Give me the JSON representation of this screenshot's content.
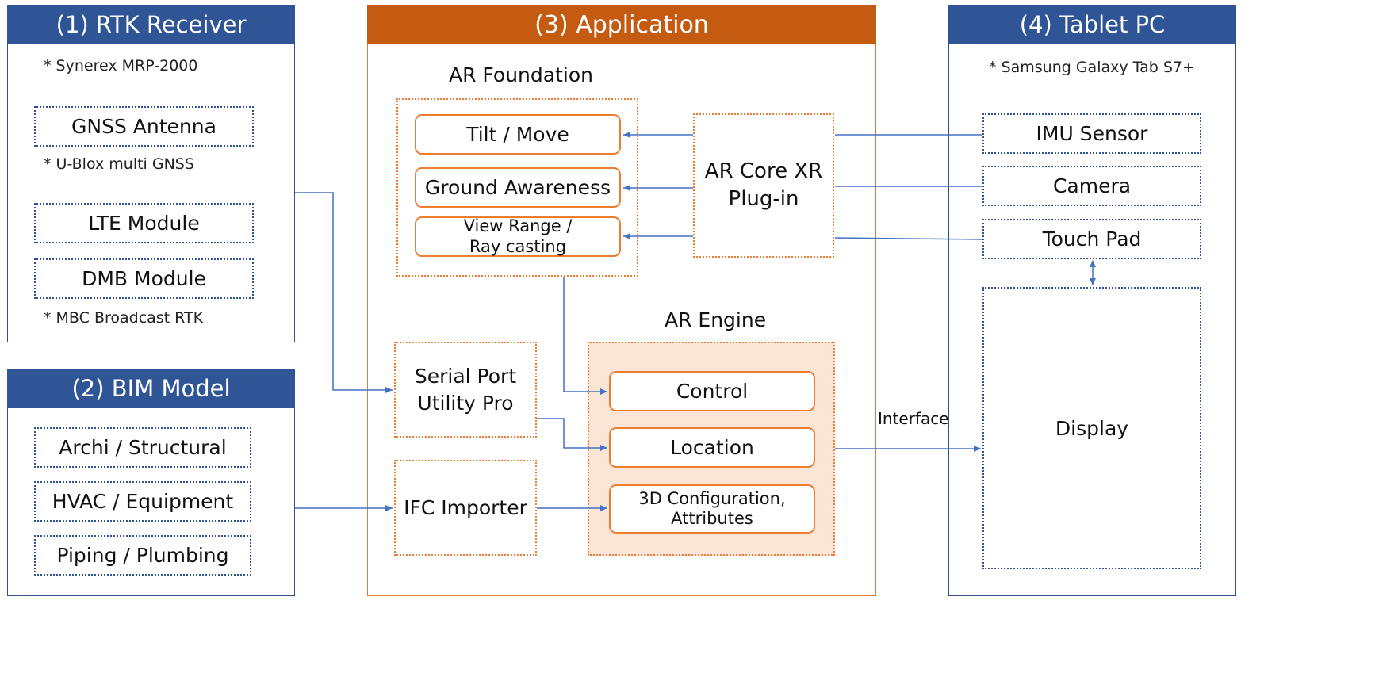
{
  "rtk": {
    "title": "(1) RTK Receiver",
    "note_model": "* Synerex MRP-2000",
    "gnss": "GNSS Antenna",
    "note_gnss": "* U-Blox multi GNSS",
    "lte": "LTE Module",
    "dmb": "DMB Module",
    "note_dmb": "* MBC Broadcast RTK"
  },
  "bim": {
    "title": "(2) BIM Model",
    "items": [
      "Archi / Structural",
      "HVAC / Equipment",
      "Piping / Plumbing"
    ]
  },
  "app": {
    "title": "(3) Application",
    "ar_foundation": {
      "title": "AR Foundation",
      "tilt": "Tilt / Move",
      "ground": "Ground Awareness",
      "view_line1": "View Range /",
      "view_line2": "Ray casting"
    },
    "arcore": {
      "line1": "AR Core XR",
      "line2": "Plug-in"
    },
    "serial": {
      "line1": "Serial Port",
      "line2": "Utility Pro"
    },
    "ifc": "IFC Importer",
    "ar_engine": {
      "title": "AR Engine",
      "control": "Control",
      "location": "Location",
      "config_line1": "3D Configuration,",
      "config_line2": "Attributes"
    }
  },
  "tablet": {
    "title": "(4) Tablet PC",
    "note_model": "* Samsung Galaxy Tab S7+",
    "imu": "IMU Sensor",
    "camera": "Camera",
    "touch": "Touch Pad",
    "display": "Display"
  },
  "interface_label": "Interface",
  "colors": {
    "blue_header": "#2f5597",
    "orange_header": "#c55a11",
    "orange_border": "#ed7d31",
    "engine_fill": "#fbe5d6",
    "connector": "#4472c4"
  }
}
